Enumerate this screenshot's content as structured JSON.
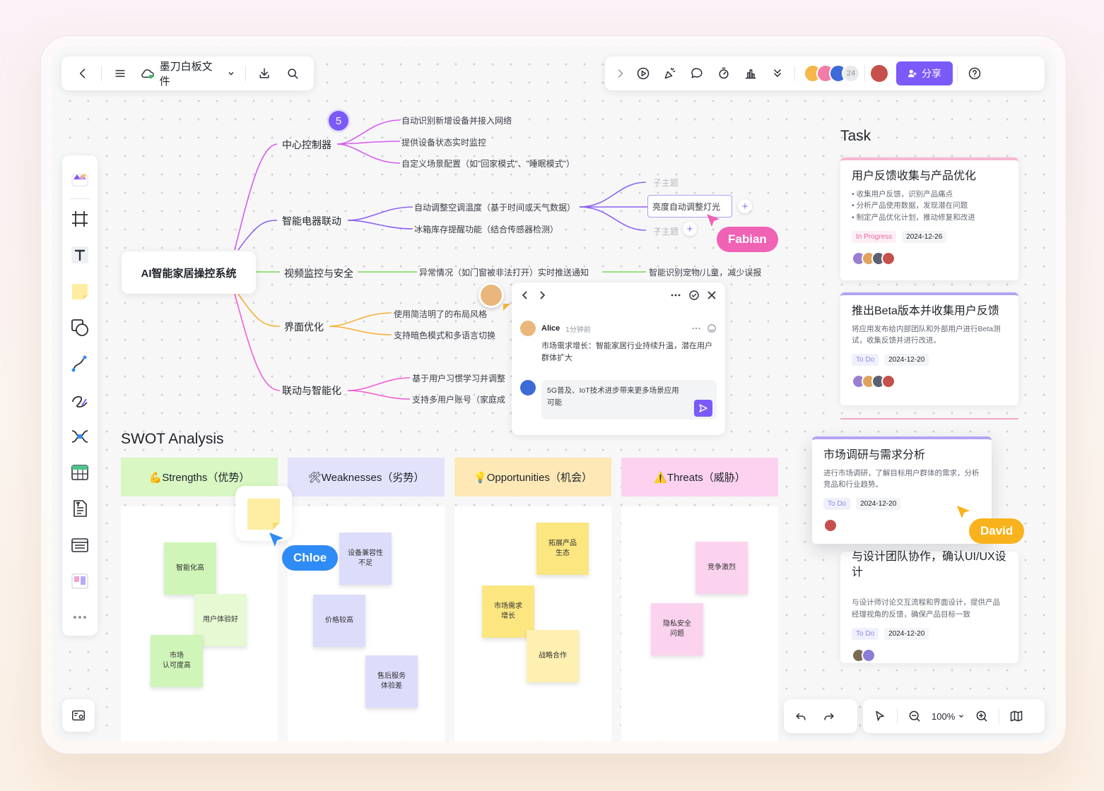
{
  "toolbar": {
    "file_title": "墨刀白板文件",
    "collaborator_count": "24",
    "share_label": "分享"
  },
  "mindmap": {
    "root": "AI智能家居操控系统",
    "badge": "5",
    "branches": [
      {
        "label": "中心控制器",
        "children": [
          "自动识别新增设备并接入网络",
          "提供设备状态实时监控",
          "自定义场景配置（如\"回家模式\"、\"睡眠模式\"）"
        ]
      },
      {
        "label": "智能电器联动",
        "children": [
          "自动调整空调温度（基于时间或天气数据）",
          "冰箱库存提醒功能（结合传感器检测）"
        ]
      },
      {
        "label": "视频监控与安全",
        "children": [
          "异常情况（如门窗被非法打开）实时推送通知",
          "智能识别宠物/儿童，减少误报"
        ]
      },
      {
        "label": "界面优化",
        "children": [
          "使用简洁明了的布局风格",
          "支持暗色模式和多语言切换"
        ]
      },
      {
        "label": "联动与智能化",
        "children": [
          "基于用户习惯学习并调整",
          "支持多用户账号（家庭成"
        ]
      }
    ],
    "sub_topic_placeholder": "子主题",
    "sub_topic_selected": "亮度自动调整灯光"
  },
  "comment": {
    "author": "Alice",
    "time": "1分钟前",
    "text": "市场需求增长：智能家居行业持续升温，潜在用户群体扩大",
    "reply_draft": "5G普及、IoT技术进步带来更多场景应用可能"
  },
  "swot": {
    "title": "SWOT Analysis",
    "headers": [
      "💪Strengths（优势）",
      "🛠Weaknesses（劣势）",
      "💡Opportunities（机会）",
      "⚠️Threats（威胁）"
    ],
    "stickies": {
      "strengths": [
        "智能化高",
        "用户体验好",
        "市场\n认可度高"
      ],
      "weaknesses": [
        "设备兼容性\n不足",
        "价格较高",
        "售后服务\n体验差"
      ],
      "opportunities": [
        "拓展产品\n生态",
        "市场需求\n增长",
        "战略合作"
      ],
      "threats": [
        "竞争激烈",
        "隐私安全\n问题"
      ]
    }
  },
  "tasks": {
    "title": "Task",
    "items": [
      {
        "title": "用户反馈收集与产品优化",
        "bullets": [
          "• 收集用户反馈，识别产品痛点",
          "• 分析产品使用数据，发现潜在问题",
          "• 制定产品优化计划，推动修复和改进"
        ],
        "status": "In Progress",
        "date": "2024-12-26"
      },
      {
        "title": "推出Beta版本并收集用户反馈",
        "desc": "将应用发布给内部团队和外部用户进行Beta测试，收集反馈并进行改进。",
        "status": "To Do",
        "date": "2024-12-20"
      },
      {
        "title": "市场调研与需求分析",
        "desc": "进行市场调研，了解目标用户群体的需求，分析竞品和行业趋势。",
        "status": "To Do",
        "date": "2024-12-20"
      },
      {
        "title": "与设计团队协作，确认UI/UX设计",
        "desc": "与设计师讨论交互流程和界面设计，提供产品经理视角的反馈，确保产品目标一致",
        "status": "To Do",
        "date": "2024-12-20"
      }
    ]
  },
  "cursors": {
    "fabian": "Fabian",
    "chloe": "Chloe",
    "david": "David"
  },
  "zoom": "100%",
  "colors": {
    "accent": "#7a5af8",
    "fabian": "#f062b4",
    "chloe": "#2f8bf5",
    "david": "#f8b31c",
    "magenta_branch": "#d45df0",
    "purple_branch": "#8b63f0",
    "green_branch": "#7cd55a",
    "orange_branch": "#f6b23c",
    "pink_branch": "#f05fd3"
  }
}
